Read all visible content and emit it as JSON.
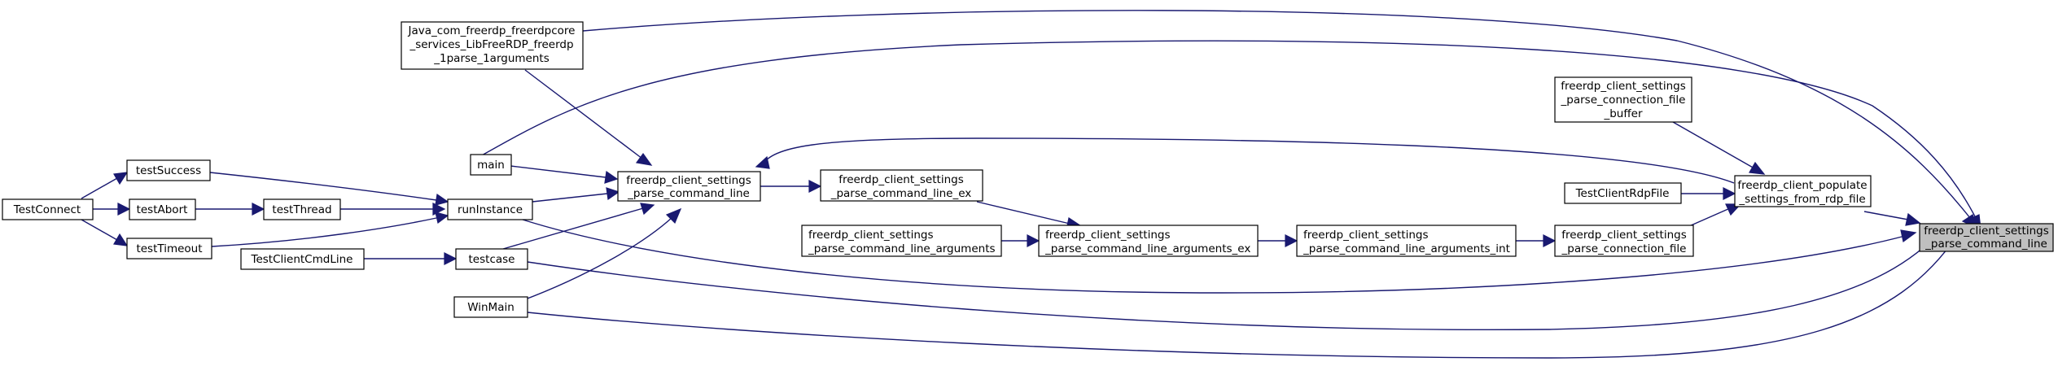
{
  "graph": {
    "colors": {
      "edge": "#191970",
      "focus_fill": "#bfbfbf",
      "node_fill": "#ffffff",
      "node_stroke": "#000000"
    },
    "nodes": [
      {
        "id": "target",
        "lines": [
          "freerdp_client_settings",
          "_parse_command_line"
        ],
        "focus": true
      },
      {
        "id": "java",
        "lines": [
          "Java_com_freerdp_freerdpcore",
          "_services_LibFreeRDP_freerdp",
          "_1parse_1arguments"
        ]
      },
      {
        "id": "main",
        "lines": [
          "main"
        ]
      },
      {
        "id": "pcl",
        "lines": [
          "freerdp_client_settings",
          "_parse_command_line"
        ]
      },
      {
        "id": "pclx",
        "lines": [
          "freerdp_client_settings",
          "_parse_command_line_ex"
        ]
      },
      {
        "id": "pcla",
        "lines": [
          "freerdp_client_settings",
          "_parse_command_line_arguments"
        ]
      },
      {
        "id": "pclax",
        "lines": [
          "freerdp_client_settings",
          "_parse_command_line_arguments_ex"
        ]
      },
      {
        "id": "pclai",
        "lines": [
          "freerdp_client_settings",
          "_parse_command_line_arguments_int"
        ]
      },
      {
        "id": "pcfb",
        "lines": [
          "freerdp_client_settings",
          "_parse_connection_file",
          "_buffer"
        ]
      },
      {
        "id": "pcf",
        "lines": [
          "freerdp_client_settings",
          "_parse_connection_file"
        ]
      },
      {
        "id": "populate",
        "lines": [
          "freerdp_client_populate",
          "_settings_from_rdp_file"
        ]
      },
      {
        "id": "rdpfile",
        "lines": [
          "TestClientRdpFile"
        ]
      },
      {
        "id": "runinstance",
        "lines": [
          "runInstance"
        ]
      },
      {
        "id": "testcase",
        "lines": [
          "testcase"
        ]
      },
      {
        "id": "cmdline",
        "lines": [
          "TestClientCmdLine"
        ]
      },
      {
        "id": "winmain",
        "lines": [
          "WinMain"
        ]
      },
      {
        "id": "testsuccess",
        "lines": [
          "testSuccess"
        ]
      },
      {
        "id": "testthread",
        "lines": [
          "testThread"
        ]
      },
      {
        "id": "testabort",
        "lines": [
          "testAbort"
        ]
      },
      {
        "id": "testtimeout",
        "lines": [
          "testTimeout"
        ]
      },
      {
        "id": "testconnect",
        "lines": [
          "TestConnect"
        ]
      }
    ]
  }
}
